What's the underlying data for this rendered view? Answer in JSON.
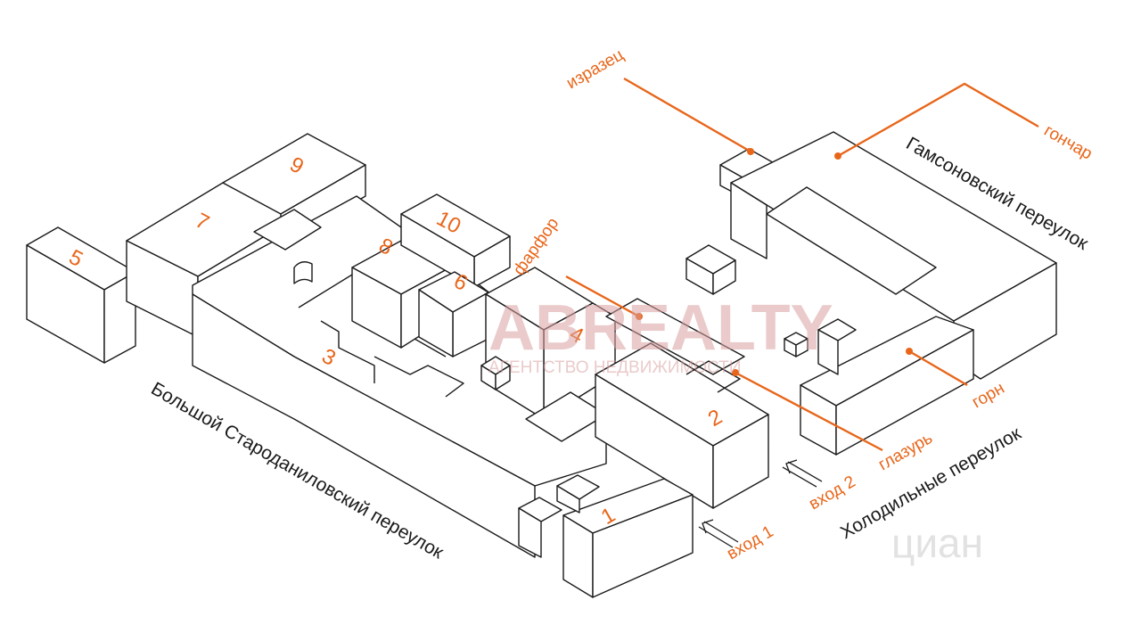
{
  "buildings": {
    "b1": "1",
    "b2": "2",
    "b3": "3",
    "b4": "4",
    "b5": "5",
    "b6": "6",
    "b7": "7",
    "b8": "8",
    "b9": "9",
    "b10": "10"
  },
  "venues": {
    "izrazets": "изразец",
    "gonchar": "гончар",
    "farfor": "фарфор",
    "glazur": "глазурь",
    "gorn": "горн"
  },
  "entrances": {
    "entrance1": "вход 1",
    "entrance2": "вход 2"
  },
  "streets": {
    "gamsonovsky": "Гамсоновский переулок",
    "kholodilny": "Холодильные переулок",
    "bolshoy": "Большой Староданиловский переулок"
  },
  "watermark": {
    "brand": "ABREALTY",
    "tagline": "АГЕНТСТВО НЕДВИЖИМОСТИ",
    "site": "циан"
  },
  "colors": {
    "accent": "#e8661a",
    "line": "#1a1a1a",
    "watermark": "#d9a0a0"
  }
}
